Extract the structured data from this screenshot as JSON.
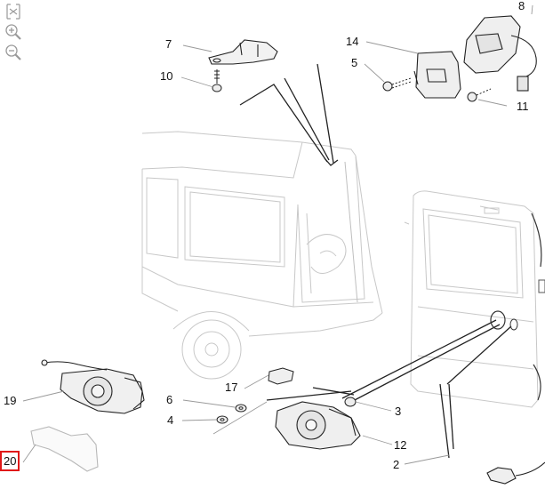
{
  "toolbar": {
    "fit_icon": "expand-arrows-icon",
    "zoom_in_icon": "zoom-in-icon",
    "zoom_out_icon": "zoom-out-icon"
  },
  "callouts": [
    {
      "id": "label-8",
      "text": "8"
    },
    {
      "id": "label-7",
      "text": "7"
    },
    {
      "id": "label-14",
      "text": "14"
    },
    {
      "id": "label-10",
      "text": "10"
    },
    {
      "id": "label-5",
      "text": "5"
    },
    {
      "id": "label-11",
      "text": "11"
    },
    {
      "id": "label-19",
      "text": "19"
    },
    {
      "id": "label-17",
      "text": "17"
    },
    {
      "id": "label-6",
      "text": "6"
    },
    {
      "id": "label-3",
      "text": "3"
    },
    {
      "id": "label-4",
      "text": "4"
    },
    {
      "id": "label-12",
      "text": "12"
    },
    {
      "id": "label-2",
      "text": "2"
    },
    {
      "id": "label-20",
      "text": "20"
    }
  ],
  "selected_callout": "20",
  "colors": {
    "highlight": "#e01818",
    "line": "#222222",
    "faint": "#c8c8c8",
    "background": "#ffffff"
  }
}
